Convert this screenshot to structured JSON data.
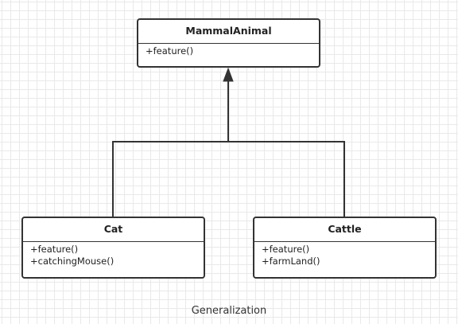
{
  "diagram": {
    "caption": "Generalization",
    "relationship": "generalization",
    "parent_class": {
      "name": "MammalAnimal",
      "methods": [
        "+feature()"
      ]
    },
    "child_classes": [
      {
        "name": "Cat",
        "methods": [
          "+feature()",
          "+catchingMouse()"
        ]
      },
      {
        "name": "Cattle",
        "methods": [
          "+feature()",
          "+farmLand()"
        ]
      }
    ]
  },
  "colors": {
    "border": "#333333",
    "grid": "#e9e9e9",
    "background": "#ffffff"
  }
}
